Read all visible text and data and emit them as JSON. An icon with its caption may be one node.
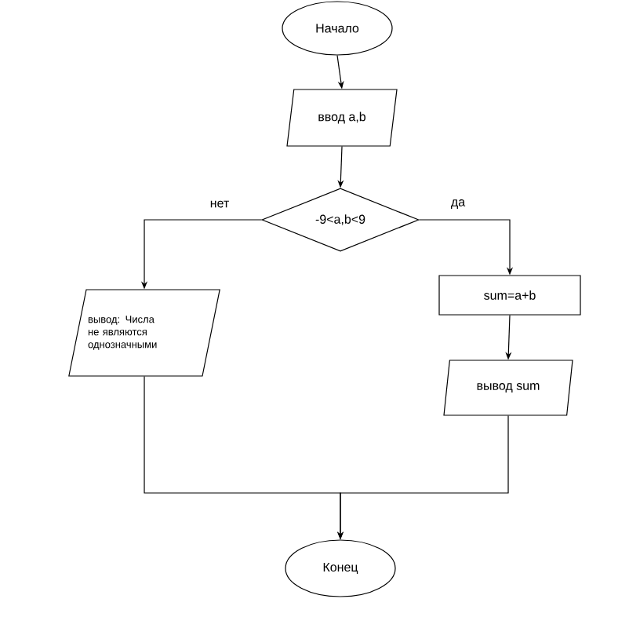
{
  "diagram": {
    "nodes": [
      {
        "text": [
          "Начало"
        ]
      },
      {
        "text": [
          "ввод a,b"
        ]
      },
      {
        "text": [
          "-9<a,b<9"
        ]
      },
      {
        "text": [
          "вывод: Числа не являются однозначными"
        ]
      },
      {
        "text": [
          "sum=a+b"
        ]
      },
      {
        "text": [
          "вывод sum"
        ]
      },
      {
        "text": [
          "Конец"
        ]
      }
    ],
    "edges": [
      {
        "from": 0,
        "to": 1,
        "arrow": "to"
      },
      {
        "from": 1,
        "to": 2,
        "arrow": "to"
      },
      {
        "from": 2,
        "to": 3,
        "arrow": "to",
        "label": "нет"
      },
      {
        "from": 2,
        "to": 4,
        "arrow": "to",
        "label": "да"
      },
      {
        "from": 4,
        "to": 5,
        "arrow": "to"
      },
      {
        "from": 3,
        "to": 6,
        "arrow": "to"
      },
      {
        "from": 5,
        "to": 6,
        "arrow": "to"
      }
    ]
  }
}
